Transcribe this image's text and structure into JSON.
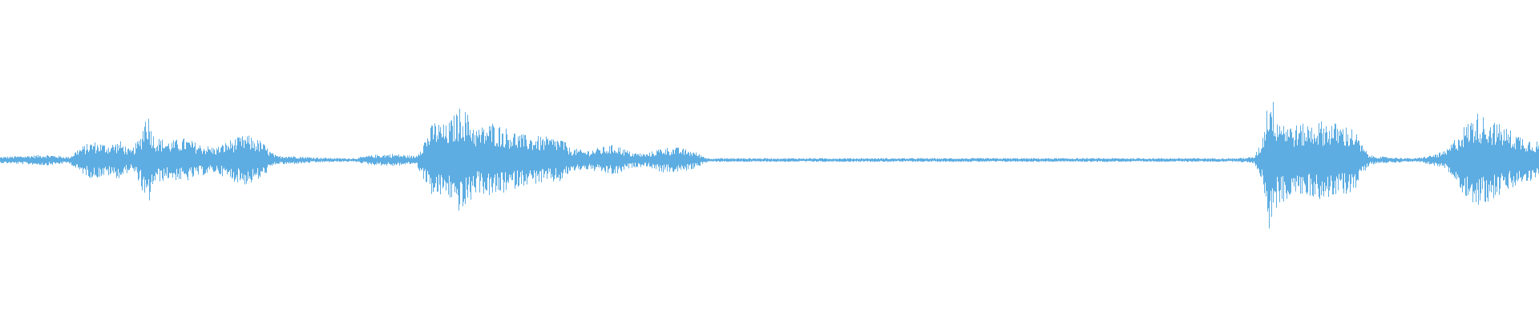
{
  "waveform": {
    "color": "#5dade2",
    "background": "#ffffff",
    "bar_count": 1920,
    "envelope": [
      [
        0.0,
        0.02
      ],
      [
        0.02,
        0.03
      ],
      [
        0.03,
        0.035
      ],
      [
        0.045,
        0.02
      ],
      [
        0.05,
        0.07
      ],
      [
        0.06,
        0.12
      ],
      [
        0.07,
        0.1
      ],
      [
        0.078,
        0.12
      ],
      [
        0.085,
        0.06
      ],
      [
        0.091,
        0.15
      ],
      [
        0.095,
        0.34
      ],
      [
        0.1,
        0.15
      ],
      [
        0.11,
        0.12
      ],
      [
        0.12,
        0.14
      ],
      [
        0.13,
        0.1
      ],
      [
        0.14,
        0.08
      ],
      [
        0.15,
        0.13
      ],
      [
        0.16,
        0.16
      ],
      [
        0.17,
        0.12
      ],
      [
        0.175,
        0.06
      ],
      [
        0.18,
        0.025
      ],
      [
        0.185,
        0.03
      ],
      [
        0.2,
        0.02
      ],
      [
        0.21,
        0.015
      ],
      [
        0.23,
        0.01
      ],
      [
        0.24,
        0.03
      ],
      [
        0.255,
        0.04
      ],
      [
        0.27,
        0.025
      ],
      [
        0.282,
        0.25
      ],
      [
        0.29,
        0.22
      ],
      [
        0.3,
        0.35
      ],
      [
        0.31,
        0.2
      ],
      [
        0.32,
        0.24
      ],
      [
        0.33,
        0.2
      ],
      [
        0.34,
        0.16
      ],
      [
        0.35,
        0.15
      ],
      [
        0.365,
        0.14
      ],
      [
        0.37,
        0.08
      ],
      [
        0.38,
        0.06
      ],
      [
        0.39,
        0.08
      ],
      [
        0.4,
        0.1
      ],
      [
        0.41,
        0.05
      ],
      [
        0.42,
        0.04
      ],
      [
        0.43,
        0.08
      ],
      [
        0.44,
        0.08
      ],
      [
        0.45,
        0.06
      ],
      [
        0.46,
        0.012
      ],
      [
        0.5,
        0.01
      ],
      [
        0.52,
        0.012
      ],
      [
        0.55,
        0.008
      ],
      [
        0.6,
        0.008
      ],
      [
        0.7,
        0.008
      ],
      [
        0.8,
        0.01
      ],
      [
        0.815,
        0.02
      ],
      [
        0.82,
        0.12
      ],
      [
        0.825,
        0.45
      ],
      [
        0.83,
        0.3
      ],
      [
        0.84,
        0.22
      ],
      [
        0.85,
        0.23
      ],
      [
        0.86,
        0.25
      ],
      [
        0.87,
        0.23
      ],
      [
        0.88,
        0.2
      ],
      [
        0.885,
        0.1
      ],
      [
        0.89,
        0.03
      ],
      [
        0.9,
        0.02
      ],
      [
        0.92,
        0.01
      ],
      [
        0.93,
        0.03
      ],
      [
        0.94,
        0.06
      ],
      [
        0.95,
        0.2
      ],
      [
        0.96,
        0.3
      ],
      [
        0.97,
        0.25
      ],
      [
        0.98,
        0.2
      ],
      [
        0.99,
        0.15
      ],
      [
        1.0,
        0.12
      ]
    ],
    "center_line_amplitude": 0.012
  }
}
